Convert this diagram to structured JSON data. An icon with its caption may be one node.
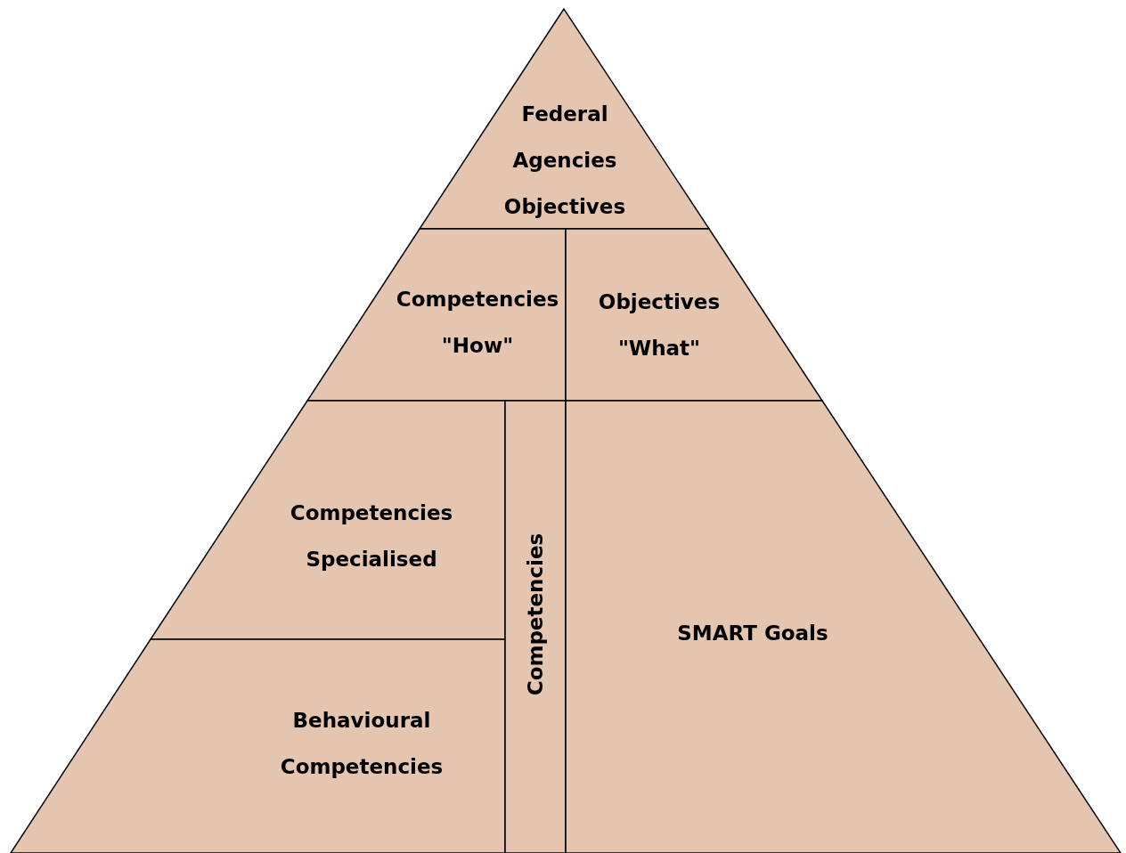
{
  "diagram": {
    "nodes": [
      {
        "text": [
          "Federal Agencies Objectives"
        ]
      },
      {
        "text": [
          "Competencies \"How\""
        ]
      },
      {
        "text": [
          "Objectives \"What\""
        ]
      },
      {
        "text": [
          "Competencies Specialised"
        ]
      },
      {
        "text": [
          "Behavioural Competencies"
        ]
      },
      {
        "text": [
          "Competencies"
        ]
      },
      {
        "text": [
          "SMART Goals"
        ]
      }
    ]
  }
}
